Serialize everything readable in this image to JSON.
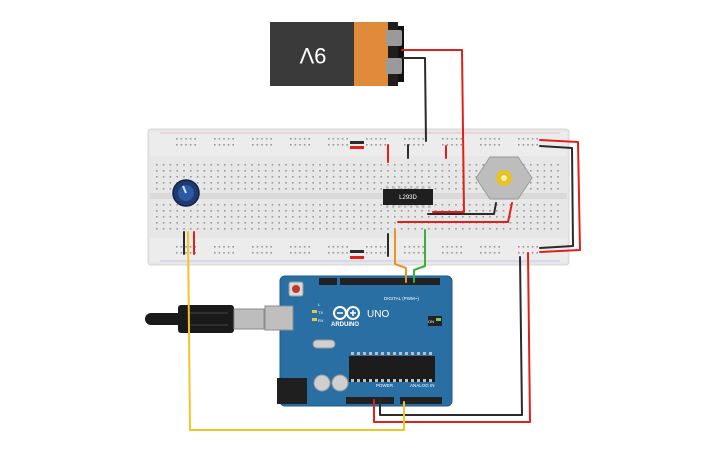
{
  "battery": {
    "label": "9V"
  },
  "ic": {
    "label": "L293D"
  },
  "arduino": {
    "brand_text": "ARDUINO",
    "model_text": "UNO",
    "digital_header": "DIGITAL (PWM~)",
    "power_header": "POWER",
    "analog_header": "ANALOG IN",
    "tx_label": "TX",
    "rx_label": "RX",
    "on_label": "ON",
    "l_label": "L"
  },
  "colors": {
    "wire_red": "#e0201b",
    "wire_black": "#2b2b2b",
    "wire_yellow": "#f2c428",
    "wire_orange": "#f0921e",
    "wire_green": "#3cae3c",
    "board_blue": "#2a6fa3",
    "breadboard": "#e6e6e6",
    "battery_orange": "#e08a3c",
    "battery_dark": "#3a3a3a"
  }
}
